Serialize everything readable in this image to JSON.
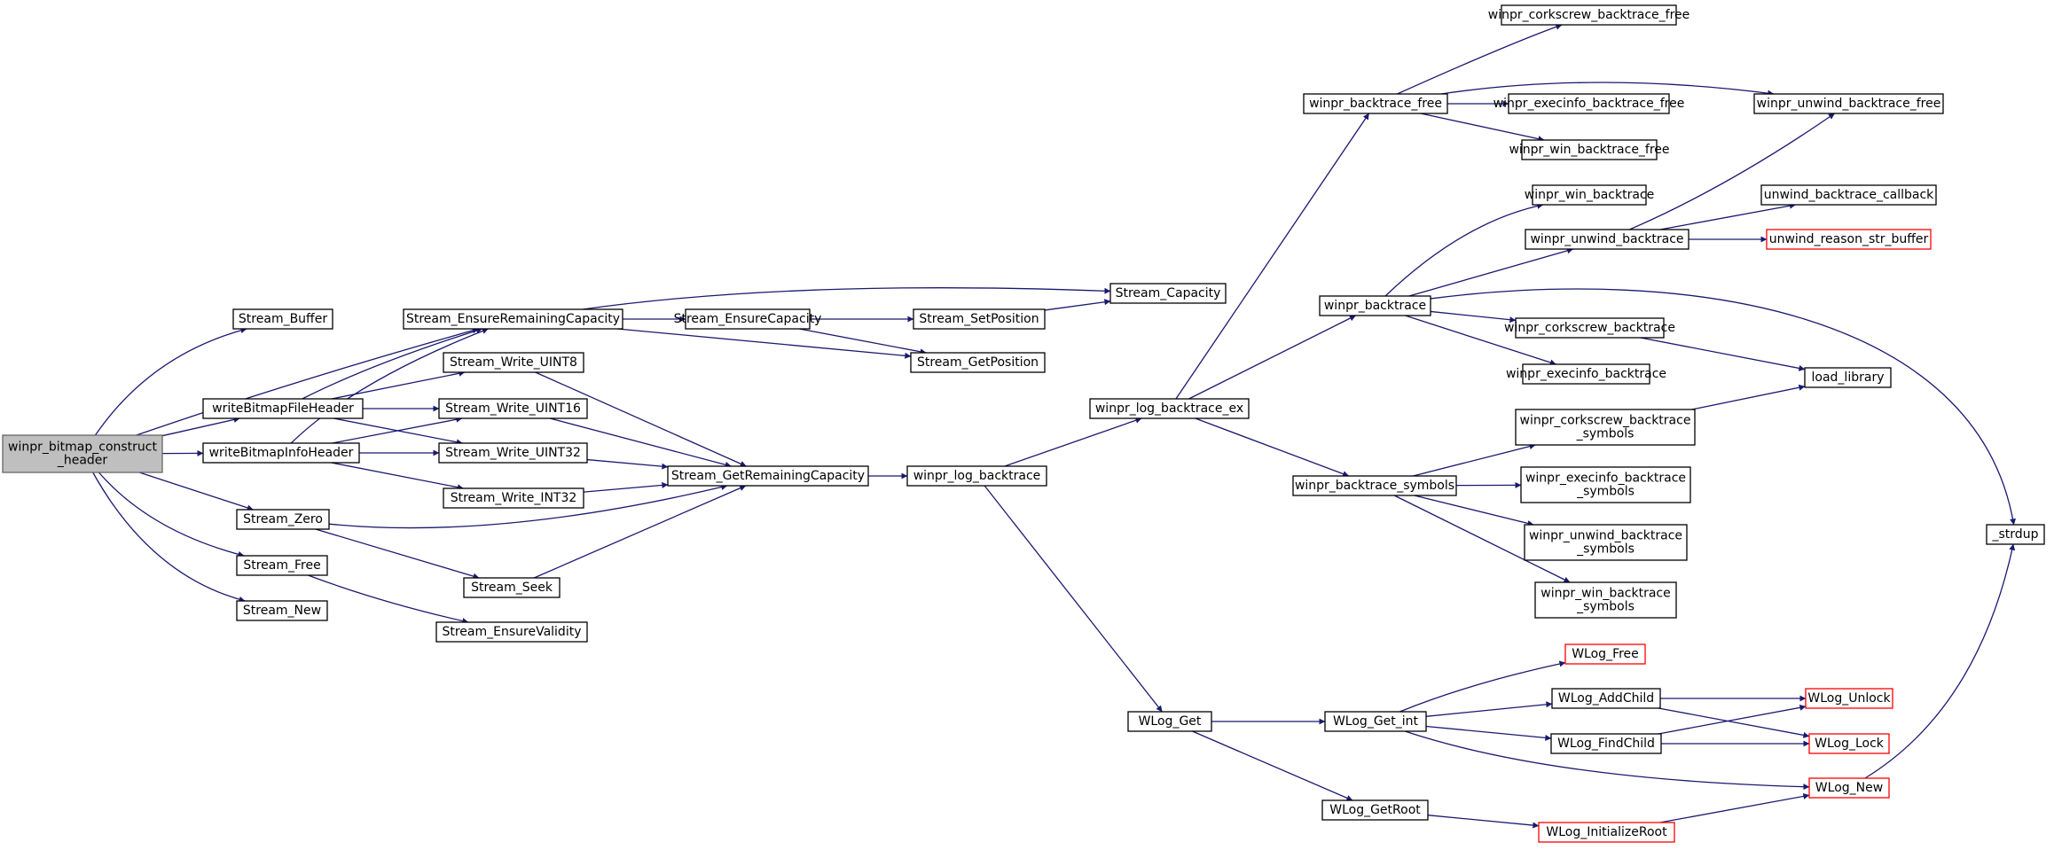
{
  "colors": {
    "edge": "#191970",
    "node_border": "#000000",
    "node_border_truncated": "#ff0000",
    "node_fill": "#ffffff",
    "root_fill": "#bfbfbf",
    "root_border": "#666666"
  },
  "nodes": [
    {
      "id": "root",
      "lines": [
        "winpr_bitmap_construct",
        "_header"
      ],
      "style": "root"
    },
    {
      "id": "stream_buffer",
      "lines": [
        "Stream_Buffer"
      ],
      "style": "normal"
    },
    {
      "id": "writeBitmapFileHeader",
      "lines": [
        "writeBitmapFileHeader"
      ],
      "style": "normal"
    },
    {
      "id": "writeBitmapInfoHeader",
      "lines": [
        "writeBitmapInfoHeader"
      ],
      "style": "normal"
    },
    {
      "id": "stream_zero",
      "lines": [
        "Stream_Zero"
      ],
      "style": "normal"
    },
    {
      "id": "stream_free",
      "lines": [
        "Stream_Free"
      ],
      "style": "normal"
    },
    {
      "id": "stream_new",
      "lines": [
        "Stream_New"
      ],
      "style": "normal"
    },
    {
      "id": "ensure_remaining",
      "lines": [
        "Stream_EnsureRemainingCapacity"
      ],
      "style": "normal"
    },
    {
      "id": "write_u8",
      "lines": [
        "Stream_Write_UINT8"
      ],
      "style": "normal"
    },
    {
      "id": "write_u16",
      "lines": [
        "Stream_Write_UINT16"
      ],
      "style": "normal"
    },
    {
      "id": "write_u32",
      "lines": [
        "Stream_Write_UINT32"
      ],
      "style": "normal"
    },
    {
      "id": "write_i32",
      "lines": [
        "Stream_Write_INT32"
      ],
      "style": "normal"
    },
    {
      "id": "stream_seek",
      "lines": [
        "Stream_Seek"
      ],
      "style": "normal"
    },
    {
      "id": "ensure_validity",
      "lines": [
        "Stream_EnsureValidity"
      ],
      "style": "normal"
    },
    {
      "id": "ensure_capacity",
      "lines": [
        "Stream_EnsureCapacity"
      ],
      "style": "normal"
    },
    {
      "id": "get_remaining",
      "lines": [
        "Stream_GetRemainingCapacity"
      ],
      "style": "normal"
    },
    {
      "id": "set_position",
      "lines": [
        "Stream_SetPosition"
      ],
      "style": "normal"
    },
    {
      "id": "get_position",
      "lines": [
        "Stream_GetPosition"
      ],
      "style": "normal"
    },
    {
      "id": "capacity",
      "lines": [
        "Stream_Capacity"
      ],
      "style": "normal"
    },
    {
      "id": "log_backtrace",
      "lines": [
        "winpr_log_backtrace"
      ],
      "style": "normal"
    },
    {
      "id": "log_backtrace_ex",
      "lines": [
        "winpr_log_backtrace_ex"
      ],
      "style": "normal"
    },
    {
      "id": "wlog_get",
      "lines": [
        "WLog_Get"
      ],
      "style": "normal"
    },
    {
      "id": "backtrace_free",
      "lines": [
        "winpr_backtrace_free"
      ],
      "style": "normal"
    },
    {
      "id": "backtrace",
      "lines": [
        "winpr_backtrace"
      ],
      "style": "normal"
    },
    {
      "id": "backtrace_symbols",
      "lines": [
        "winpr_backtrace_symbols"
      ],
      "style": "normal"
    },
    {
      "id": "wlog_get_int",
      "lines": [
        "WLog_Get_int"
      ],
      "style": "normal"
    },
    {
      "id": "wlog_getroot",
      "lines": [
        "WLog_GetRoot"
      ],
      "style": "normal"
    },
    {
      "id": "corkscrew_free",
      "lines": [
        "winpr_corkscrew_backtrace_free"
      ],
      "style": "normal"
    },
    {
      "id": "execinfo_free",
      "lines": [
        "winpr_execinfo_backtrace_free"
      ],
      "style": "normal"
    },
    {
      "id": "win_free",
      "lines": [
        "winpr_win_backtrace_free"
      ],
      "style": "normal"
    },
    {
      "id": "win_backtrace",
      "lines": [
        "winpr_win_backtrace"
      ],
      "style": "normal"
    },
    {
      "id": "unwind_backtrace",
      "lines": [
        "winpr_unwind_backtrace"
      ],
      "style": "normal"
    },
    {
      "id": "corkscrew_backtrace",
      "lines": [
        "winpr_corkscrew_backtrace"
      ],
      "style": "normal"
    },
    {
      "id": "execinfo_backtrace",
      "lines": [
        "winpr_execinfo_backtrace"
      ],
      "style": "normal"
    },
    {
      "id": "corkscrew_symbols",
      "lines": [
        "winpr_corkscrew_backtrace",
        "_symbols"
      ],
      "style": "normal"
    },
    {
      "id": "execinfo_symbols",
      "lines": [
        "winpr_execinfo_backtrace",
        "_symbols"
      ],
      "style": "normal"
    },
    {
      "id": "unwind_symbols",
      "lines": [
        "winpr_unwind_backtrace",
        "_symbols"
      ],
      "style": "normal"
    },
    {
      "id": "win_symbols",
      "lines": [
        "winpr_win_backtrace",
        "_symbols"
      ],
      "style": "normal"
    },
    {
      "id": "wlog_free",
      "lines": [
        "WLog_Free"
      ],
      "style": "truncated"
    },
    {
      "id": "wlog_addchild",
      "lines": [
        "WLog_AddChild"
      ],
      "style": "normal"
    },
    {
      "id": "wlog_findchild",
      "lines": [
        "WLog_FindChild"
      ],
      "style": "normal"
    },
    {
      "id": "wlog_initializeroot",
      "lines": [
        "WLog_InitializeRoot"
      ],
      "style": "truncated"
    },
    {
      "id": "unwind_free",
      "lines": [
        "winpr_unwind_backtrace_free"
      ],
      "style": "normal"
    },
    {
      "id": "unwind_callback",
      "lines": [
        "unwind_backtrace_callback"
      ],
      "style": "normal"
    },
    {
      "id": "unwind_reason",
      "lines": [
        "unwind_reason_str_buffer"
      ],
      "style": "truncated"
    },
    {
      "id": "load_library",
      "lines": [
        "load_library"
      ],
      "style": "normal"
    },
    {
      "id": "wlog_unlock",
      "lines": [
        "WLog_Unlock"
      ],
      "style": "truncated"
    },
    {
      "id": "wlog_lock",
      "lines": [
        "WLog_Lock"
      ],
      "style": "truncated"
    },
    {
      "id": "wlog_new",
      "lines": [
        "WLog_New"
      ],
      "style": "truncated"
    },
    {
      "id": "strdup",
      "lines": [
        "_strdup"
      ],
      "style": "normal"
    }
  ],
  "edges": [
    [
      "root",
      "stream_buffer"
    ],
    [
      "root",
      "ensure_remaining"
    ],
    [
      "root",
      "writeBitmapFileHeader"
    ],
    [
      "root",
      "writeBitmapInfoHeader"
    ],
    [
      "root",
      "stream_zero"
    ],
    [
      "root",
      "stream_free"
    ],
    [
      "root",
      "stream_new"
    ],
    [
      "writeBitmapFileHeader",
      "ensure_remaining"
    ],
    [
      "writeBitmapFileHeader",
      "write_u8"
    ],
    [
      "writeBitmapFileHeader",
      "write_u16"
    ],
    [
      "writeBitmapFileHeader",
      "write_u32"
    ],
    [
      "writeBitmapInfoHeader",
      "ensure_remaining"
    ],
    [
      "writeBitmapInfoHeader",
      "write_u16"
    ],
    [
      "writeBitmapInfoHeader",
      "write_u32"
    ],
    [
      "writeBitmapInfoHeader",
      "write_i32"
    ],
    [
      "stream_zero",
      "get_remaining"
    ],
    [
      "stream_zero",
      "stream_seek"
    ],
    [
      "stream_free",
      "ensure_validity"
    ],
    [
      "ensure_remaining",
      "capacity"
    ],
    [
      "ensure_remaining",
      "ensure_capacity"
    ],
    [
      "ensure_remaining",
      "get_position"
    ],
    [
      "ensure_capacity",
      "set_position"
    ],
    [
      "ensure_capacity",
      "get_position"
    ],
    [
      "set_position",
      "capacity"
    ],
    [
      "write_u8",
      "get_remaining"
    ],
    [
      "write_u16",
      "get_remaining"
    ],
    [
      "write_u32",
      "get_remaining"
    ],
    [
      "write_i32",
      "get_remaining"
    ],
    [
      "stream_seek",
      "get_remaining"
    ],
    [
      "get_remaining",
      "log_backtrace"
    ],
    [
      "log_backtrace",
      "log_backtrace_ex"
    ],
    [
      "log_backtrace",
      "wlog_get"
    ],
    [
      "log_backtrace_ex",
      "backtrace_free"
    ],
    [
      "log_backtrace_ex",
      "backtrace"
    ],
    [
      "log_backtrace_ex",
      "backtrace_symbols"
    ],
    [
      "backtrace_free",
      "corkscrew_free"
    ],
    [
      "backtrace_free",
      "unwind_free"
    ],
    [
      "backtrace_free",
      "execinfo_free"
    ],
    [
      "backtrace_free",
      "win_free"
    ],
    [
      "backtrace",
      "win_backtrace"
    ],
    [
      "backtrace",
      "unwind_backtrace"
    ],
    [
      "backtrace",
      "strdup"
    ],
    [
      "backtrace",
      "corkscrew_backtrace"
    ],
    [
      "backtrace",
      "execinfo_backtrace"
    ],
    [
      "unwind_backtrace",
      "unwind_free"
    ],
    [
      "unwind_backtrace",
      "unwind_callback"
    ],
    [
      "unwind_backtrace",
      "unwind_reason"
    ],
    [
      "corkscrew_backtrace",
      "load_library"
    ],
    [
      "backtrace_symbols",
      "corkscrew_symbols"
    ],
    [
      "backtrace_symbols",
      "execinfo_symbols"
    ],
    [
      "backtrace_symbols",
      "unwind_symbols"
    ],
    [
      "backtrace_symbols",
      "win_symbols"
    ],
    [
      "corkscrew_symbols",
      "load_library"
    ],
    [
      "wlog_get",
      "wlog_get_int"
    ],
    [
      "wlog_get",
      "wlog_getroot"
    ],
    [
      "wlog_get_int",
      "wlog_free"
    ],
    [
      "wlog_get_int",
      "wlog_addchild"
    ],
    [
      "wlog_get_int",
      "wlog_findchild"
    ],
    [
      "wlog_get_int",
      "wlog_new"
    ],
    [
      "wlog_addchild",
      "wlog_unlock"
    ],
    [
      "wlog_addchild",
      "wlog_lock"
    ],
    [
      "wlog_findchild",
      "wlog_unlock"
    ],
    [
      "wlog_findchild",
      "wlog_lock"
    ],
    [
      "wlog_getroot",
      "wlog_initializeroot"
    ],
    [
      "wlog_initializeroot",
      "wlog_new"
    ],
    [
      "wlog_new",
      "strdup"
    ]
  ]
}
